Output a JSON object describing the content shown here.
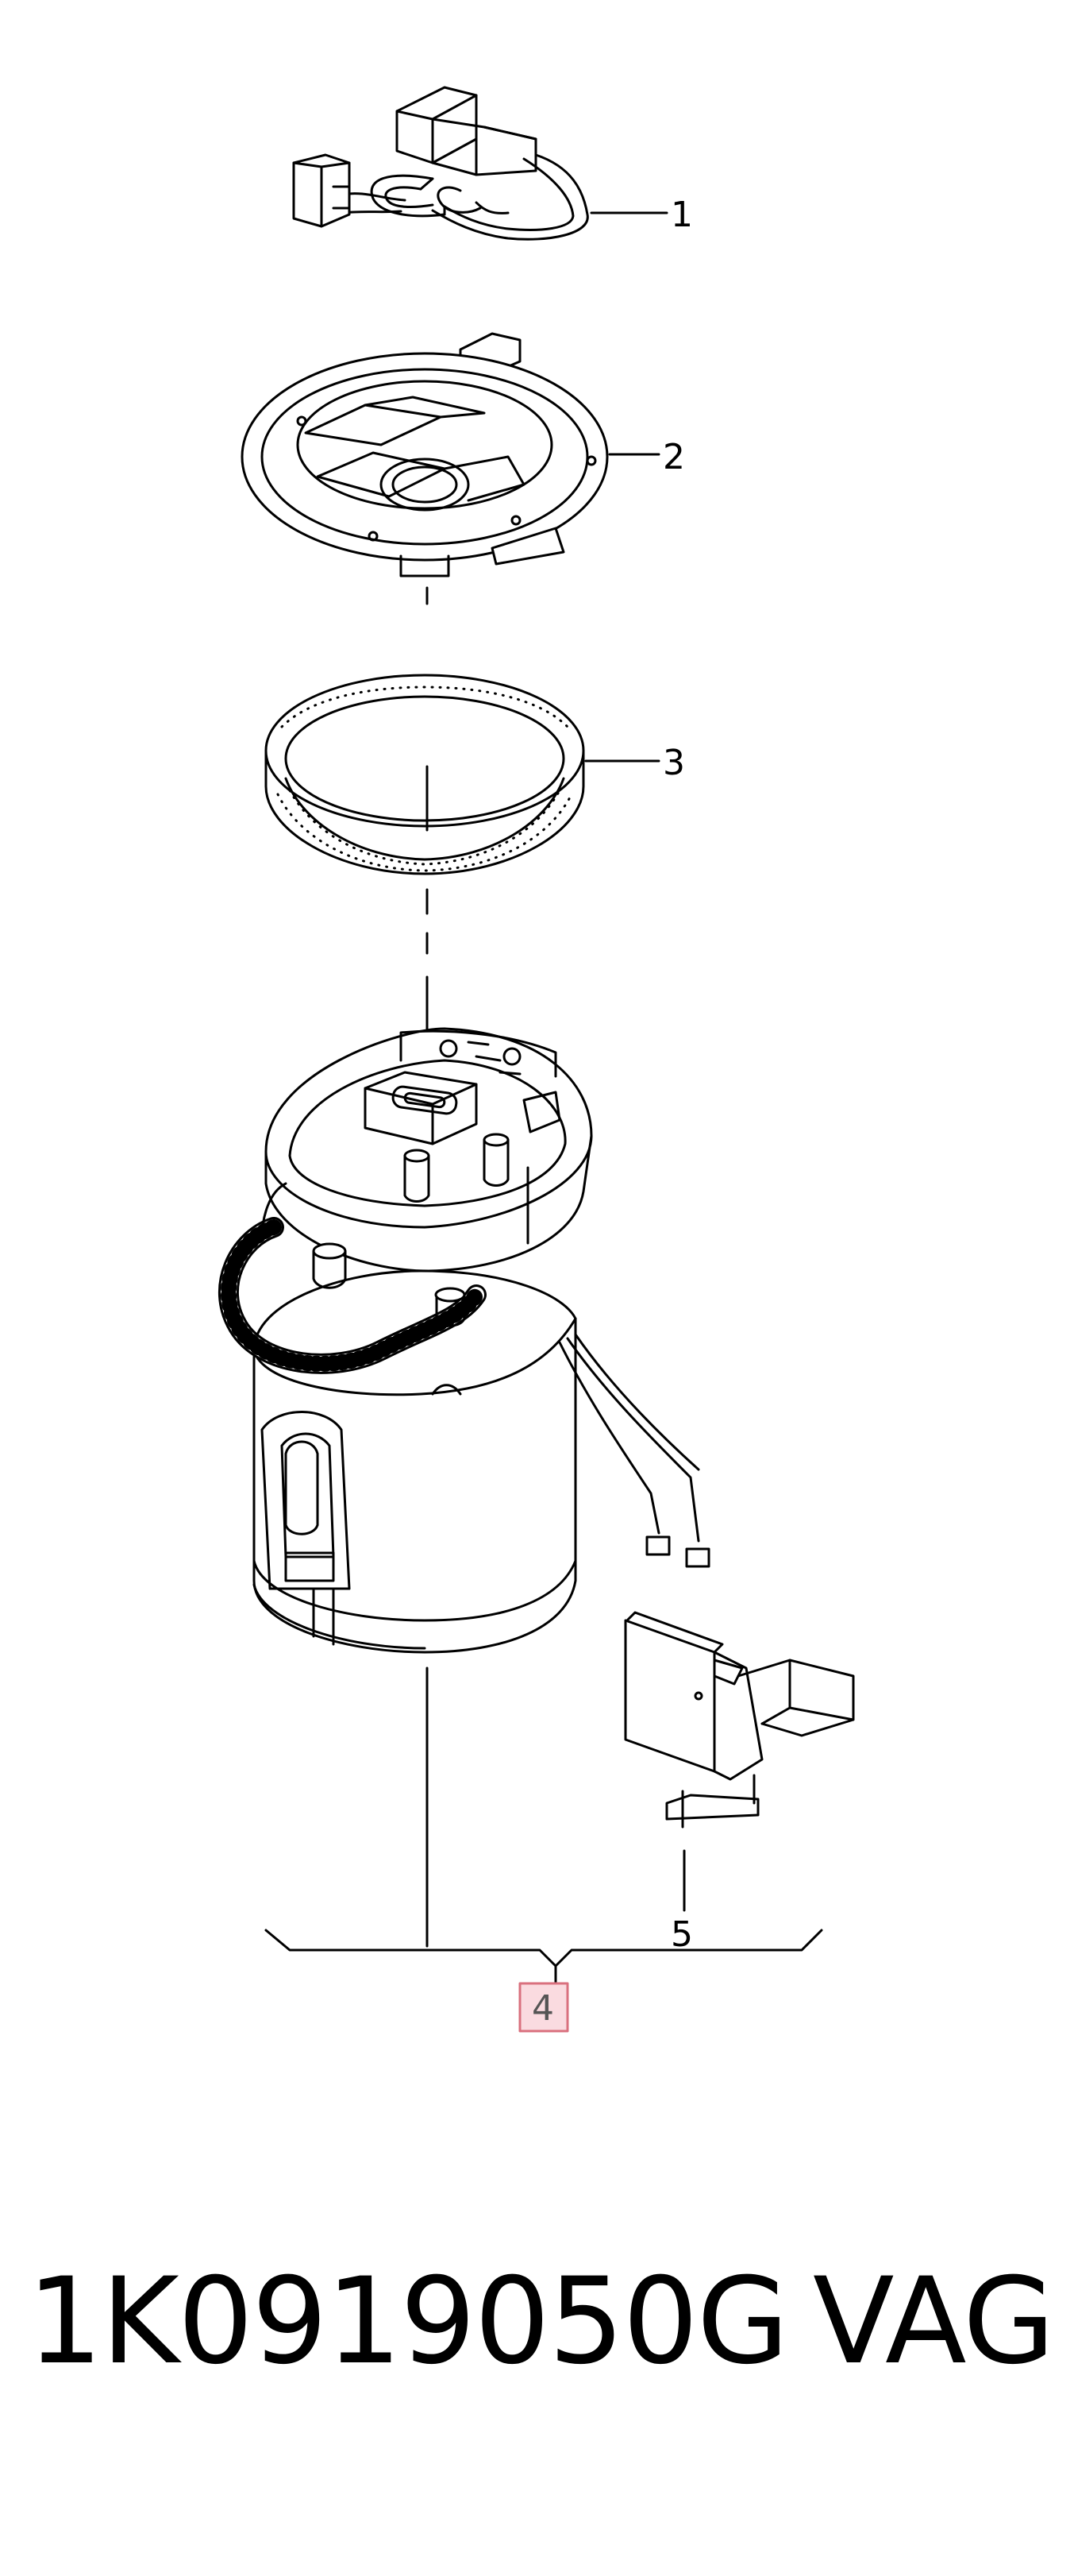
{
  "callouts": {
    "one": "1",
    "two": "2",
    "three": "3",
    "five": "5",
    "four": "4"
  },
  "caption": {
    "part_number": "1K0919050G",
    "brand": "VAG"
  },
  "colors": {
    "highlight_fill": "#fadbe0",
    "highlight_stroke": "#d9707e",
    "line": "#000000"
  }
}
